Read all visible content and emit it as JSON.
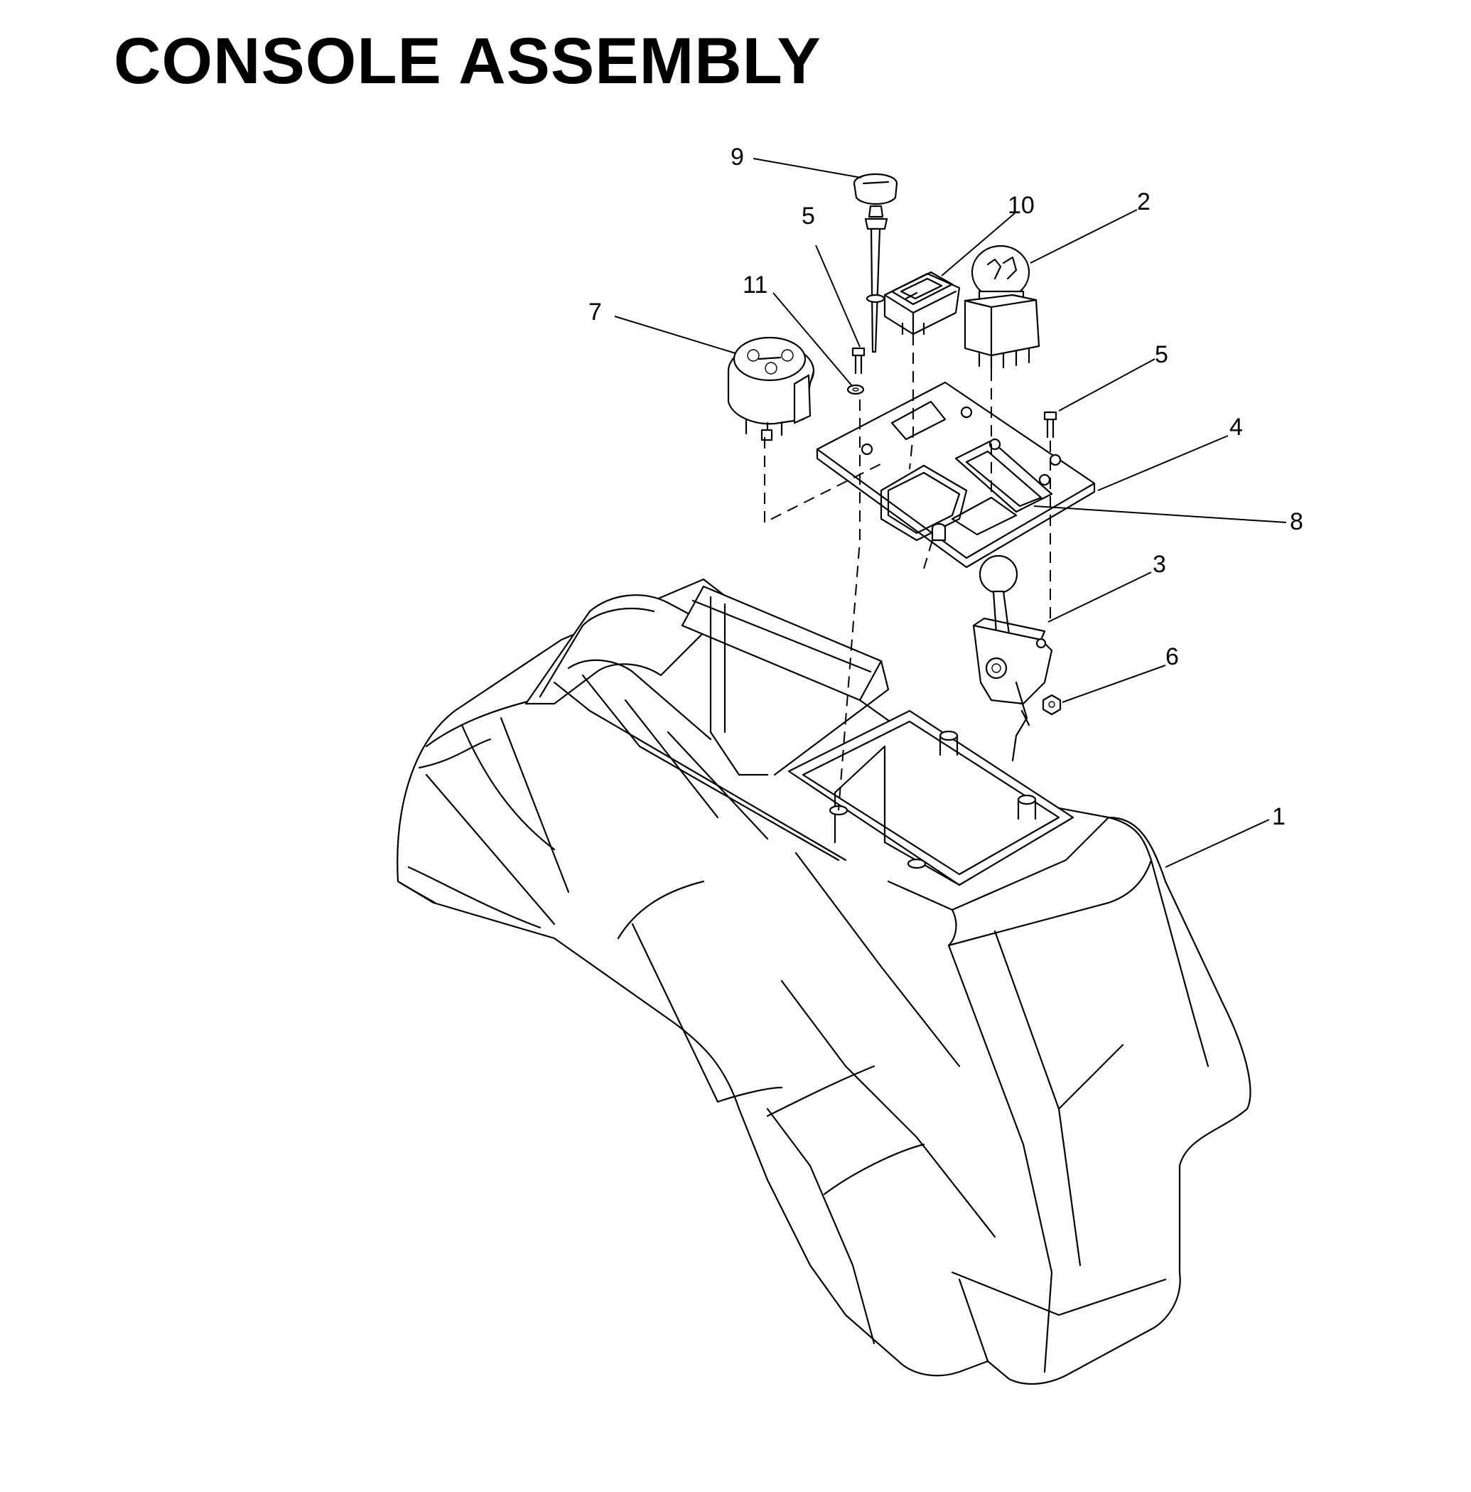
{
  "title": "CONSOLE ASSEMBLY",
  "callouts": [
    {
      "id": "c1",
      "label": "1"
    },
    {
      "id": "c2",
      "label": "2"
    },
    {
      "id": "c3",
      "label": "3"
    },
    {
      "id": "c4",
      "label": "4"
    },
    {
      "id": "c5a",
      "label": "5"
    },
    {
      "id": "c5b",
      "label": "5"
    },
    {
      "id": "c6",
      "label": "6"
    },
    {
      "id": "c7",
      "label": "7"
    },
    {
      "id": "c8",
      "label": "8"
    },
    {
      "id": "c9",
      "label": "9"
    },
    {
      "id": "c10",
      "label": "10"
    },
    {
      "id": "c11",
      "label": "11"
    }
  ]
}
